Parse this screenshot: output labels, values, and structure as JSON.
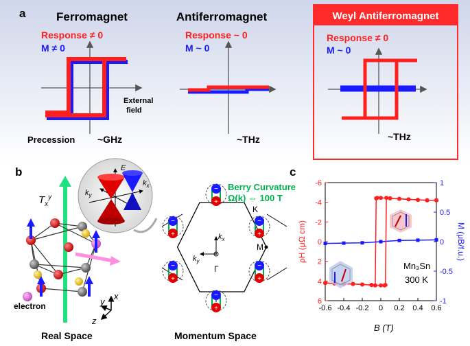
{
  "panel_a": {
    "label": "a",
    "ferro": {
      "title": "Ferromagnet",
      "response": "Response ≠ 0",
      "m": "M ≠ 0",
      "axis_label_1": "External",
      "axis_label_2": "field",
      "bottom_left": "Precession",
      "bottom": "~GHz"
    },
    "antiferro": {
      "title": "Antiferromagnet",
      "response": "Response ~ 0",
      "m": "M ~ 0",
      "bottom": "~THz"
    },
    "weyl": {
      "title": "Weyl Antiferromagnet",
      "response": "Response ≠ 0",
      "m": "M ~ 0",
      "bottom": "~THz"
    }
  },
  "panel_b": {
    "label": "b",
    "real_space": "Real Space",
    "momentum_space": "Momentum Space",
    "txy": "T",
    "txy_sub": "x",
    "txy_sup": "y",
    "electron": "electron",
    "axis_x": "x",
    "axis_y": "y",
    "axis_z": "z",
    "cone_e": "E",
    "cone_ky": "k",
    "cone_ky_sub": "y",
    "cone_kx": "k",
    "cone_kx_sub": "x",
    "berry_1": "Berry Curvature",
    "berry_2": "Ω(k) ⇔ 100 T",
    "k_point": "K",
    "m_point": "M",
    "gamma": "Γ",
    "kx": "k",
    "kx_sub": "x",
    "ky": "k",
    "ky_sub": "y"
  },
  "panel_c": {
    "label": "c",
    "material": "Mn₃Sn",
    "temperature": "300 K",
    "xlabel": "B (T)",
    "ylabel_left": "ρH (μΩ cm)",
    "ylabel_right": "M (μB/f.u.)",
    "x_ticks": [
      "-0.6",
      "-0.4",
      "-0.2",
      "0",
      "0.2",
      "0.4",
      "0.6"
    ],
    "y_left_ticks": [
      "-6",
      "-4",
      "-2",
      "0",
      "2",
      "4",
      "6"
    ],
    "y_right_ticks": [
      "1",
      "0.5",
      "0",
      "-0.5",
      "-1"
    ]
  },
  "colors": {
    "red": "#ff1f1f",
    "blue": "#1a1aff",
    "green": "#00c060",
    "weyl_box": "#ff2a2a"
  },
  "chart_data": {
    "type": "line",
    "title": "",
    "xlabel": "B (T)",
    "ylabel": "ρH (μΩ cm)",
    "xlim": [
      -0.6,
      0.6
    ],
    "ylim": [
      6,
      -6
    ],
    "ylim_right": [
      -1,
      1
    ],
    "series": [
      {
        "name": "ρH",
        "axis": "left",
        "x": [
          -0.6,
          -0.5,
          -0.4,
          -0.3,
          -0.2,
          -0.1,
          -0.06,
          -0.05,
          -0.04,
          0,
          0.1,
          0.2,
          0.3,
          0.4,
          0.5,
          0.6
        ],
        "y": [
          4.2,
          4.25,
          4.3,
          4.3,
          4.35,
          4.4,
          4.45,
          -4.4,
          -4.45,
          -4.45,
          -4.4,
          -4.35,
          -4.3,
          -4.25,
          -4.2,
          -4.2
        ]
      },
      {
        "name": "ρH",
        "axis": "left",
        "x": [
          0.6,
          0.5,
          0.4,
          0.3,
          0.2,
          0.1,
          0.06,
          0.05,
          0.04,
          0,
          -0.1,
          -0.2,
          -0.3,
          -0.4,
          -0.5,
          -0.6
        ],
        "y": [
          -4.2,
          -4.2,
          -4.25,
          -4.3,
          -4.35,
          -4.4,
          -4.45,
          4.4,
          4.45,
          4.45,
          4.4,
          4.35,
          4.3,
          4.3,
          4.25,
          4.2
        ]
      },
      {
        "name": "M",
        "axis": "right",
        "x": [
          -0.6,
          -0.4,
          -0.2,
          0,
          0.2,
          0.4,
          0.6
        ],
        "y": [
          -0.03,
          -0.025,
          -0.02,
          0,
          0.02,
          0.025,
          0.03
        ]
      }
    ]
  }
}
